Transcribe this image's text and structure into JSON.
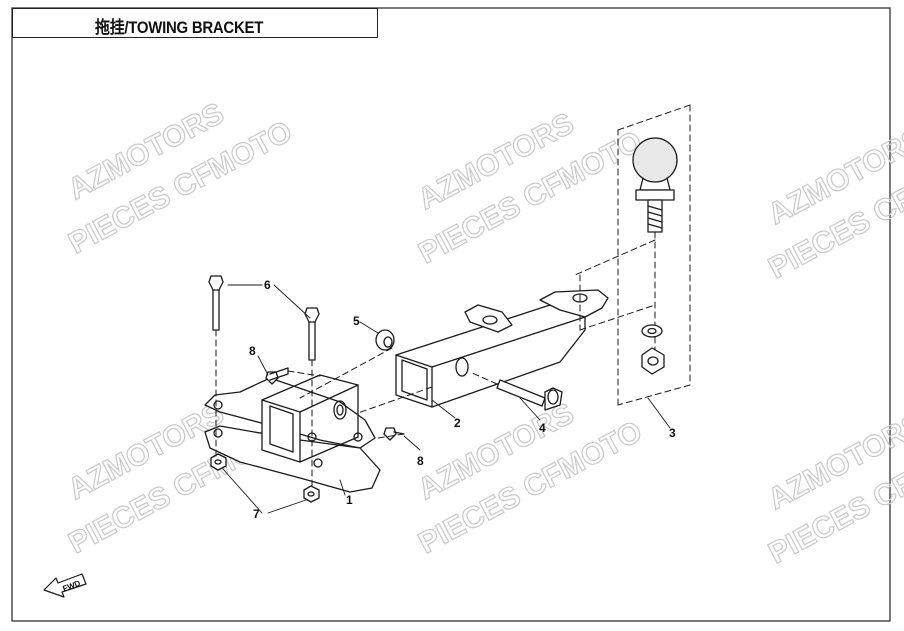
{
  "title": "拖挂/TOWING BRACKET",
  "watermark": {
    "line1": "AZMOTORS",
    "line2": "PIECES CFMOTO"
  },
  "callouts": {
    "c1": "1",
    "c2": "2",
    "c3": "3",
    "c4": "4",
    "c5": "5",
    "c6": "6",
    "c7": "7",
    "c8a": "8",
    "c8b": "8"
  },
  "fwd_label": "FWD",
  "colors": {
    "line": "#1a1a1a",
    "watermark": "#c9c9c9",
    "ball": "#e8e8e8"
  }
}
